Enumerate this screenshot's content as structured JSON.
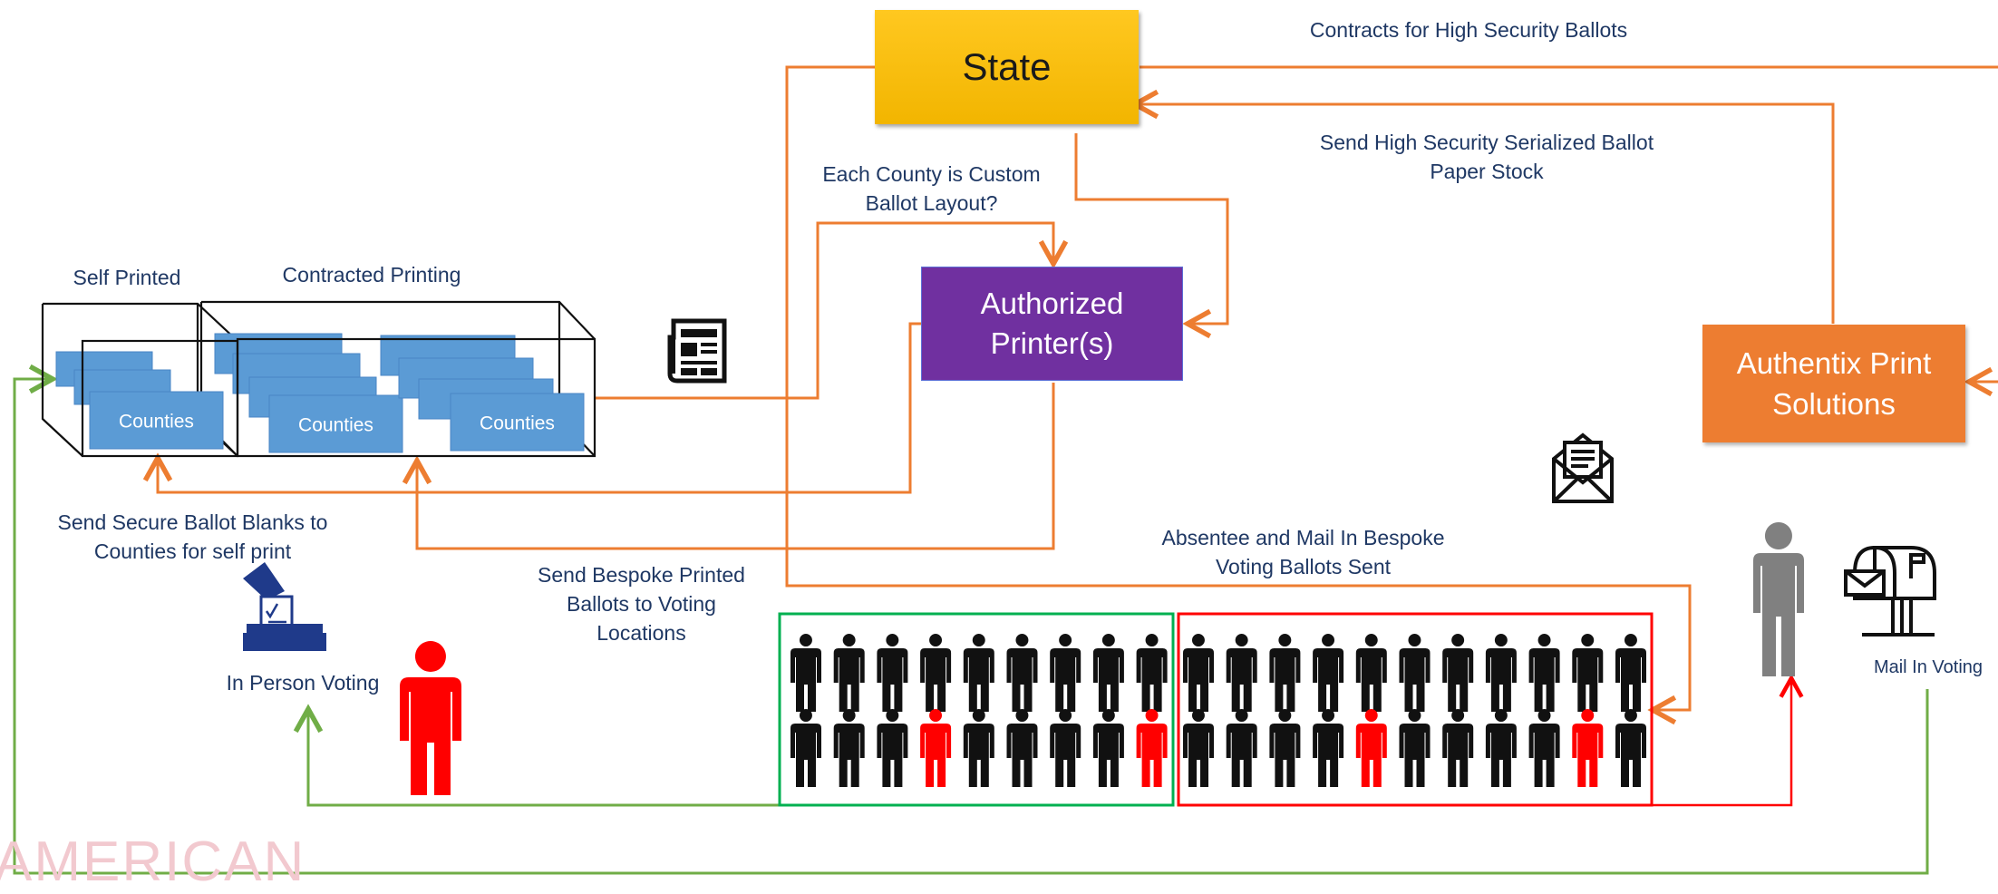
{
  "nodes": {
    "state": "State",
    "authorized_printers": "Authorized Printer(s)",
    "authentix": "Authentix Print Solutions"
  },
  "labels": {
    "contracts": "Contracts for High Security Ballots",
    "send_paper_stock": "Send High Security Serialized Ballot Paper Stock",
    "custom_layout": "Each County is Custom Ballot Layout?",
    "self_printed": "Self Printed",
    "contracted_printing": "Contracted Printing",
    "send_blanks": "Send Secure Ballot Blanks to Counties for self print",
    "send_bespoke": "Send Bespoke Printed Ballots to Voting Locations",
    "absentee": "Absentee and Mail In Bespoke Voting Ballots Sent",
    "in_person": "In Person Voting",
    "mail_in": "Mail In Voting"
  },
  "county_cards": {
    "label": "Counties",
    "partial_label": "Counties"
  },
  "watermark": "AMERICAN",
  "crowd": {
    "red_in_green_bottom_row": [
      3,
      8
    ],
    "red_in_red_bottom_row": [
      4,
      9
    ]
  },
  "colors": {
    "flow_arrow": "#ed7d31",
    "voter_flow": "#70ad47",
    "mail_flow": "#ff0000",
    "state_fill": "#ffc000",
    "printer_fill": "#7030a0",
    "authentix_fill": "#ed7d31",
    "county_fill": "#5b9bd5",
    "text": "#1f3864",
    "in_person_group_border": "#00b050",
    "mail_group_border": "#ff0000"
  },
  "icons": [
    "newspaper-icon",
    "envelope-letter-icon",
    "ballot-box-icon",
    "mailbox-icon",
    "person-icon"
  ]
}
